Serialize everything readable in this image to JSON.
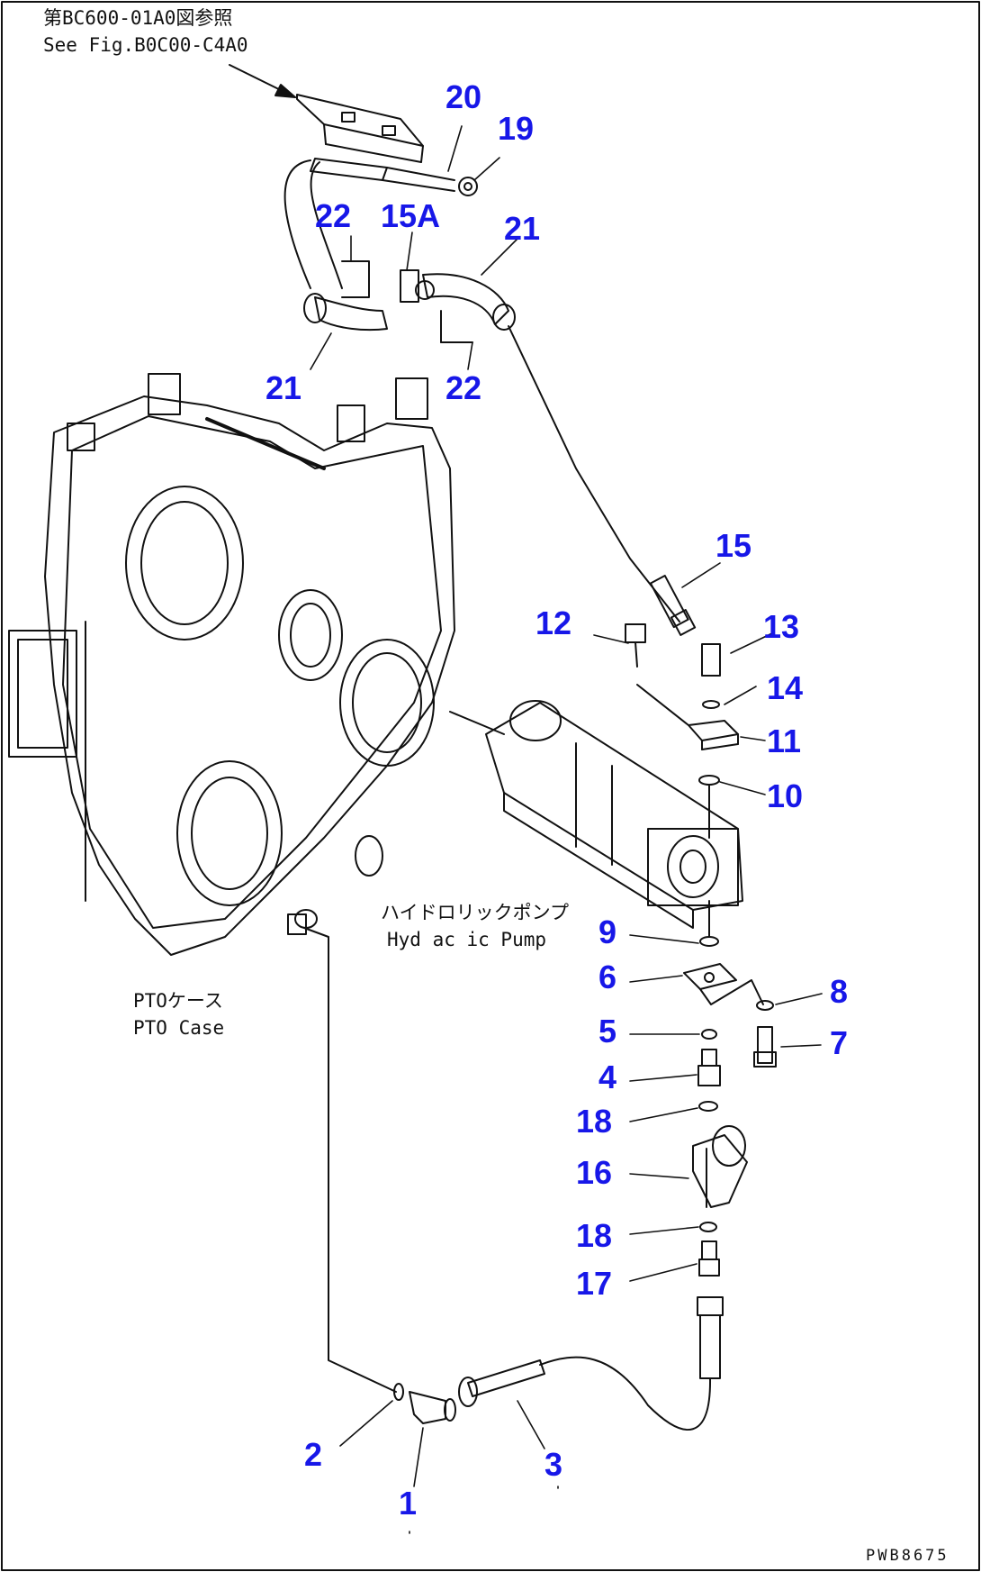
{
  "reference": {
    "line_jp": "第BC600-01A0図参照",
    "line_en": "See Fig.B0C00-C4A0"
  },
  "labels": {
    "pump_jp": "ハイドロリックポンプ",
    "pump_en": "Hyd ac ic Pump",
    "case_jp": "PTOケース",
    "case_en": "PTO Case",
    "drawing_code": "PWB8675"
  },
  "callouts": {
    "c20": "20",
    "c19": "19",
    "c22a": "22",
    "c15a": "15A",
    "c21a": "21",
    "c21b": "21",
    "c22b": "22",
    "c15": "15",
    "c12": "12",
    "c13": "13",
    "c14": "14",
    "c11": "11",
    "c10": "10",
    "c9": "9",
    "c6": "6",
    "c8": "8",
    "c5": "5",
    "c7": "7",
    "c4": "4",
    "c18a": "18",
    "c16": "16",
    "c18b": "18",
    "c17": "17",
    "c2": "2",
    "c3": "3",
    "c1": "1"
  },
  "colors": {
    "callout": "#1717e8",
    "linework": "#111111",
    "background": "#ffffff"
  }
}
